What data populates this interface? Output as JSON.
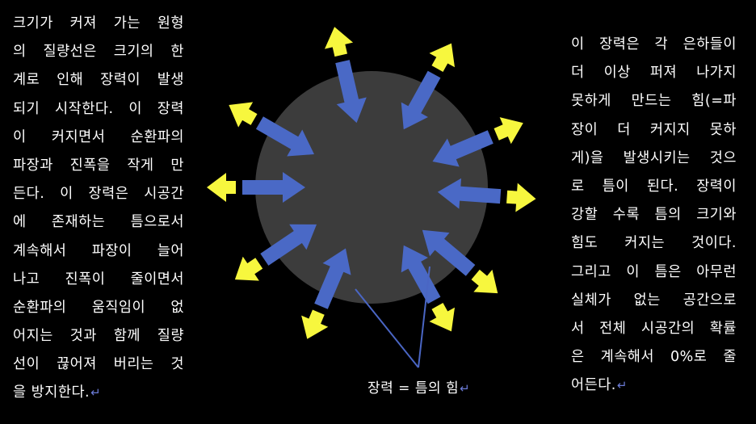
{
  "left_text": {
    "lines": [
      "크기가 커져 가는 원형",
      "의 질량선은 크기의 한",
      "계로 인해 장력이 발생",
      "되기 시작한다. 이 장력",
      "이 커지면서  순환파의",
      "파장과 진폭을 작게 만",
      "든다. 이 장력은 시공간",
      "에 존재하는 틈으로서",
      "계속해서 파장이 늘어",
      "나고 진폭이 줄이면서",
      "순환파의 움직임이 없",
      "어지는 것과 함께 질량",
      "선이 끊어져 버리는 것",
      "을 방지한다."
    ]
  },
  "right_text": {
    "lines": [
      "이 장력은 각 은하들이",
      "더 이상 퍼져 나가지",
      "못하게 만드는 힘(=파",
      "장이 더 커지지 못하",
      "게)을 발생시키는 것으",
      "로 틈이 된다. 장력이",
      "강할 수록 틈의 크기와",
      "힘도  커지는  것이다.",
      "그리고 이 틈은 아무런",
      "실체가 없는 공간으로",
      "서 전체 시공간의 확률",
      "은 계속해서 0%로 줄",
      "어든다."
    ]
  },
  "paragraph_mark": "↵",
  "caption": "장력 = 틈의 힘",
  "colors": {
    "background": "#000000",
    "circle": "#3c3c3c",
    "inward_arrow": "#4a69c6",
    "outward_arrow": "#f7f73e",
    "pointer_line": "#4a66c4"
  },
  "icons": [
    "tension-arrow-icon",
    "tension-arrow-icon",
    "return-mark-icon"
  ]
}
